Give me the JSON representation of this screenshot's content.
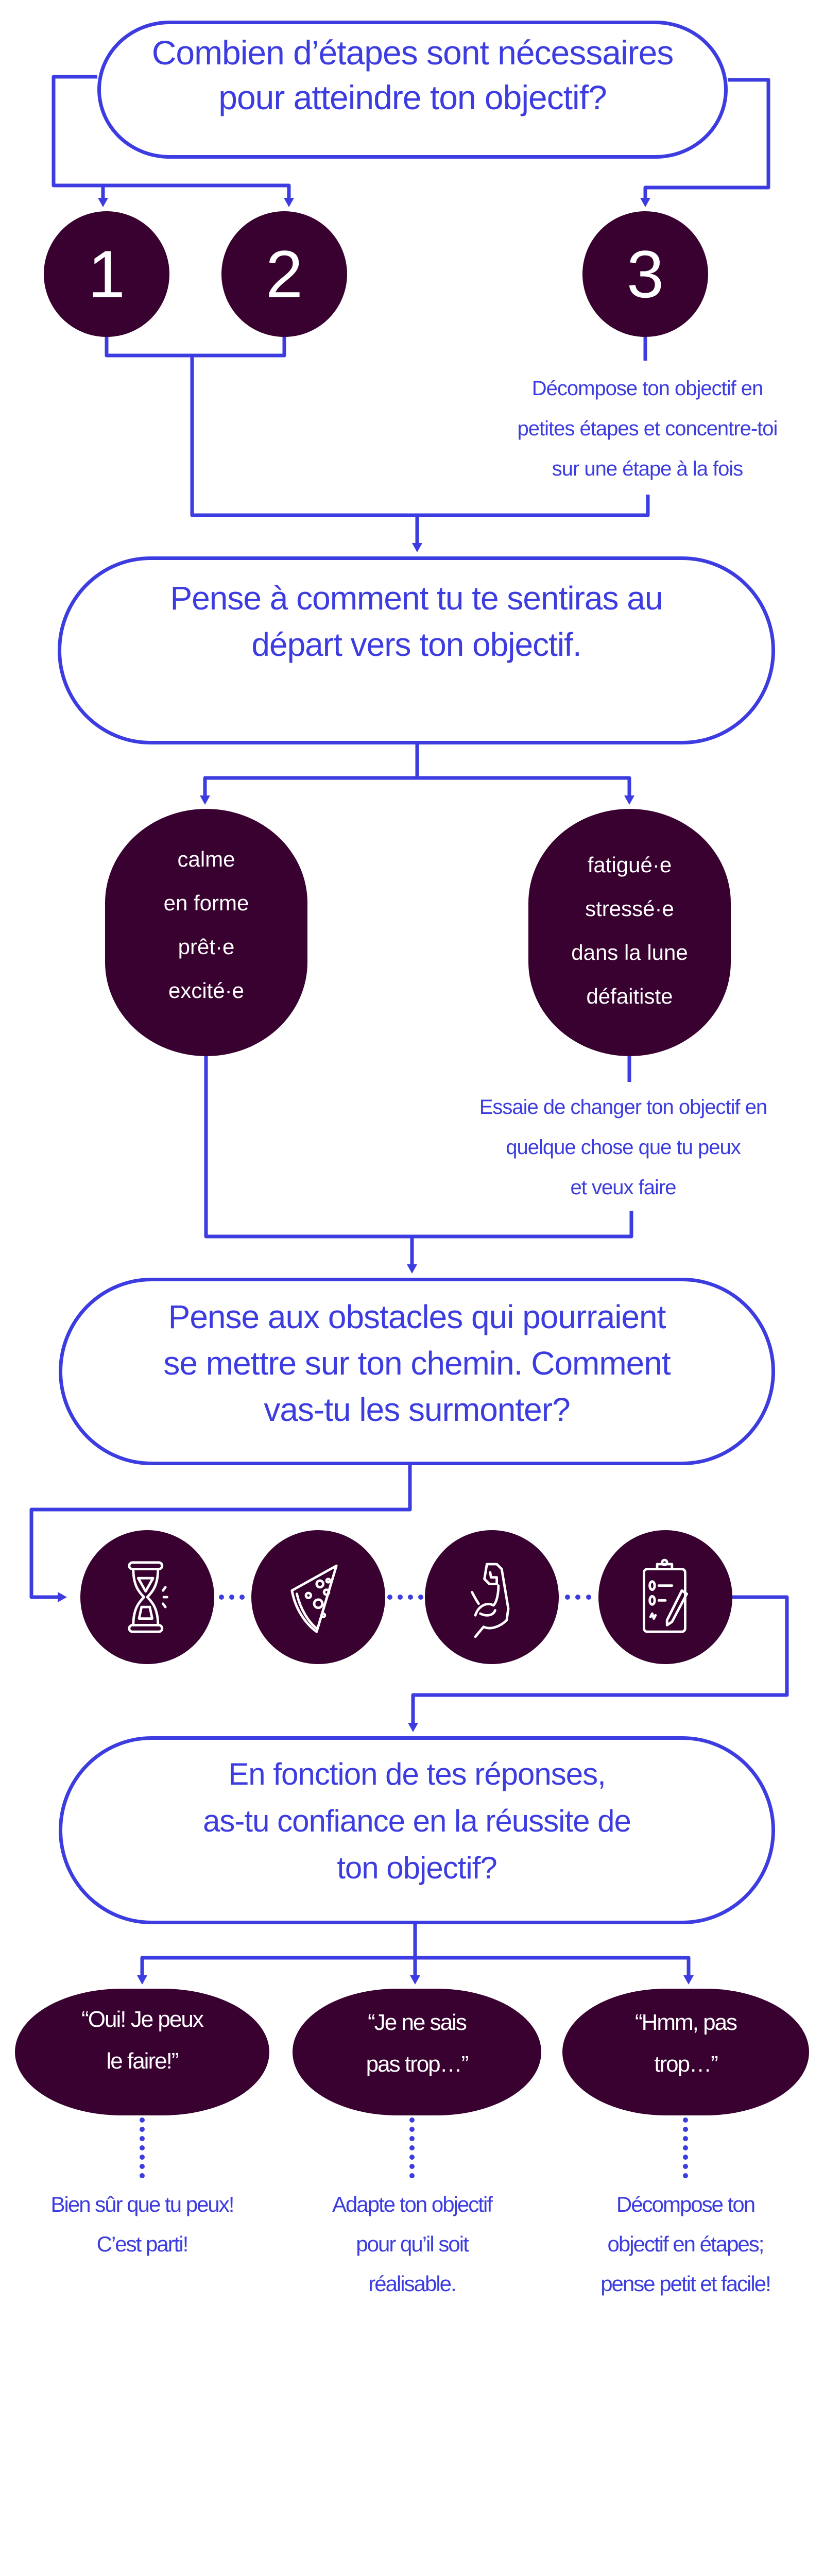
{
  "colors": {
    "accent": "#3c3ce0",
    "node_fill": "#380130",
    "node_text": "#ffffff",
    "background": "#ffffff"
  },
  "step1": {
    "question_lines": [
      "Combien d’étapes sont nécessaires",
      "pour atteindre ton objectif?"
    ],
    "options": [
      "1",
      "2",
      "3"
    ],
    "tip_lines": [
      "Décompose ton objectif en",
      "petites étapes et concentre-toi",
      "sur une étape à la fois"
    ]
  },
  "step2": {
    "question_lines": [
      "Pense à comment tu te sentiras au",
      "départ vers ton objectif."
    ],
    "positive_feelings": [
      "calme",
      "en forme",
      "prêt·e",
      "excité·e"
    ],
    "negative_feelings": [
      "fatigué·e",
      "stressé·e",
      "dans la lune",
      "défaitiste"
    ],
    "tip_lines": [
      "Essaie de changer ton objectif en",
      "quelque chose que tu peux",
      "et veux faire"
    ]
  },
  "step3": {
    "question_lines": [
      "Pense aux obstacles qui pourraient",
      "se mettre sur ton chemin. Comment",
      "vas-tu les surmonter?"
    ],
    "obstacle_icons": [
      "hourglass-icon",
      "pizza-slice-icon",
      "flexed-arm-icon",
      "clipboard-checklist-icon"
    ]
  },
  "step4": {
    "question_lines": [
      "En fonction de tes réponses,",
      "as-tu confiance en la réussite de",
      "ton objectif?"
    ],
    "answers": [
      {
        "label_lines": [
          "“Oui! Je peux",
          "le faire!”"
        ],
        "response_lines": [
          "Bien sûr que tu peux!",
          "C’est parti!"
        ]
      },
      {
        "label_lines": [
          "“Je ne sais",
          "pas trop…”"
        ],
        "response_lines": [
          "Adapte ton objectif",
          "pour qu’il soit",
          "réalisable."
        ]
      },
      {
        "label_lines": [
          "“Hmm, pas",
          "trop…”"
        ],
        "response_lines": [
          "Décompose ton",
          "objectif en étapes;",
          "pense petit et facile!"
        ]
      }
    ]
  }
}
